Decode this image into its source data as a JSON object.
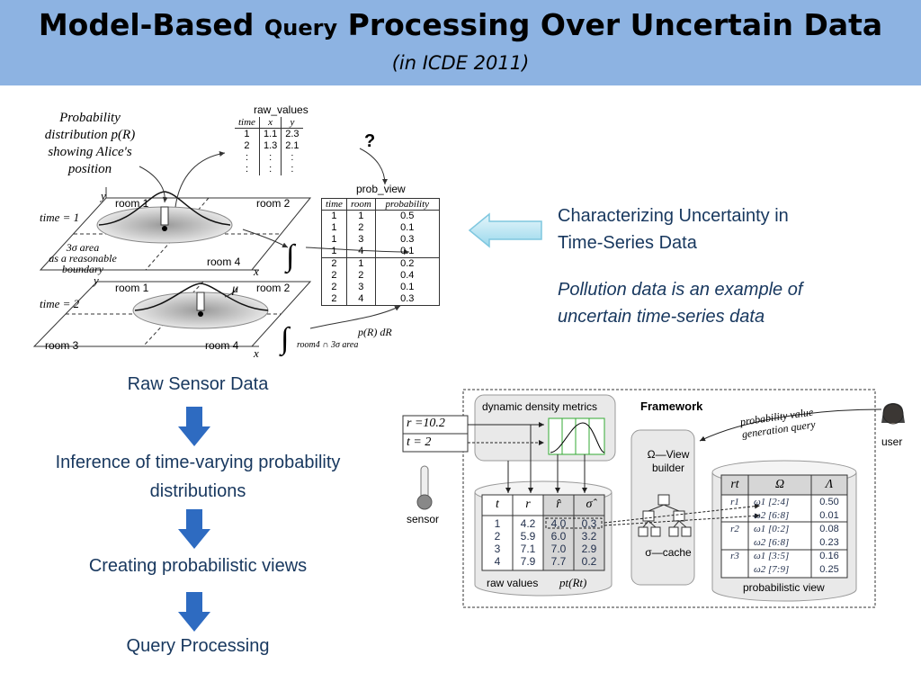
{
  "header": {
    "title_part1": "Model-Based ",
    "title_small": "Query",
    "title_part2": " Processing Over Uncertain Data",
    "subtitle": "(in ICDE 2011)"
  },
  "diagram_left": {
    "prob_caption": [
      "Probability",
      "distribution p(R)",
      "showing Alice's",
      "position"
    ],
    "raw_values": {
      "title": "raw_values",
      "headers": [
        "time",
        "x",
        "y"
      ],
      "rows": [
        [
          "1",
          "1.1",
          "2.3"
        ],
        [
          "2",
          "1.3",
          "2.1"
        ],
        [
          ":",
          ":",
          ":"
        ],
        [
          ":",
          ":",
          ":"
        ]
      ]
    },
    "question_mark": "?",
    "prob_view": {
      "title": "prob_view",
      "headers": [
        "time",
        "room",
        "probability"
      ],
      "rows": [
        [
          "1",
          "1",
          "0.5"
        ],
        [
          "1",
          "2",
          "0.1"
        ],
        [
          "1",
          "3",
          "0.3"
        ],
        [
          "1",
          "4",
          "0.1"
        ],
        [
          "2",
          "1",
          "0.2"
        ],
        [
          "2",
          "2",
          "0.4"
        ],
        [
          "2",
          "3",
          "0.1"
        ],
        [
          "2",
          "4",
          "0.3"
        ]
      ]
    },
    "time1": "time = 1",
    "time2": "time = 2",
    "room1": "room 1",
    "room2": "room 2",
    "room3": "room 3",
    "room4": "room 4",
    "area_caption": [
      "3σ area",
      "as a reasonable",
      "boundary"
    ],
    "axis_x": "x",
    "axis_y": "y",
    "mu": "μ",
    "integral_label": "p(R) dR",
    "integral_sub": "room4 ∩ 3σ area"
  },
  "right_text": {
    "line1": "Characterizing Uncertainty  in",
    "line2": "Time-Series Data",
    "line3": "Pollution data is  an example of",
    "line4": "uncertain time-series data"
  },
  "flow": {
    "step1": "Raw Sensor Data",
    "step2a": "Inference of time-varying probability",
    "step2b": "distributions",
    "step3": "Creating probabilistic views",
    "step4": "Query Processing"
  },
  "framework": {
    "title": "Framework",
    "density": "dynamic density metrics",
    "r_label": "r =10.2",
    "t_label": "t = 2",
    "sensor": "sensor",
    "user": "user",
    "query": [
      "probability value",
      "generation query"
    ],
    "view_builder": [
      "Ω—View",
      "builder"
    ],
    "cache": "σ—cache",
    "raw_values_label": "raw values",
    "pt_label": "pt(Rt)",
    "raw_table": {
      "headers": [
        "t",
        "r",
        "r̂",
        "σ̂"
      ],
      "rows": [
        [
          "1",
          "4.2",
          "4.0",
          "0.3"
        ],
        [
          "2",
          "5.9",
          "6.0",
          "3.2"
        ],
        [
          "3",
          "7.1",
          "7.0",
          "2.9"
        ],
        [
          "4",
          "7.9",
          "7.7",
          "0.2"
        ]
      ]
    },
    "prob_table": {
      "headers": [
        "rt",
        "Ω",
        "Λ"
      ],
      "rows": [
        {
          "r": "r1",
          "w": "ω1 [2:4]",
          "l": "0.50"
        },
        {
          "r": "",
          "w": "ω2 [6:8]",
          "l": "0.01"
        },
        {
          "r": "r2",
          "w": "ω1 [0:2]",
          "l": "0.08"
        },
        {
          "r": "",
          "w": "ω2 [6:8]",
          "l": "0.23"
        },
        {
          "r": "r3",
          "w": "ω1 [3:5]",
          "l": "0.16"
        },
        {
          "r": "",
          "w": "ω2 [7:9]",
          "l": "0.25"
        }
      ]
    },
    "prob_view_label": "probabilistic view"
  }
}
